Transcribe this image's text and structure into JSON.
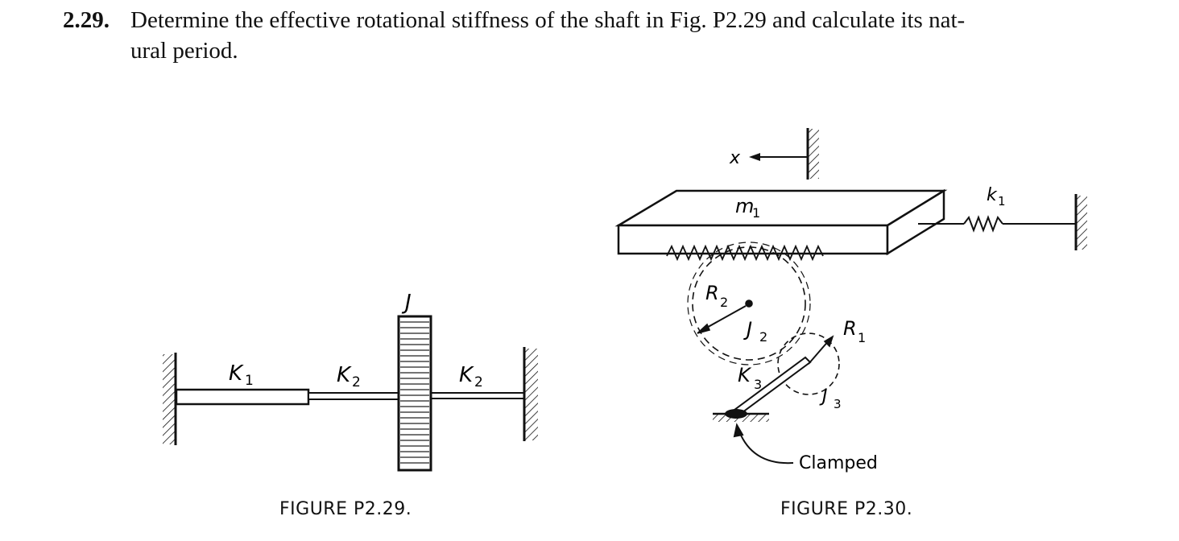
{
  "problem": {
    "number": "2.29.",
    "text_line1": "Determine the effective rotational stiffness of the shaft in Fig. P2.29 and calculate its nat-",
    "text_line2": "ural period."
  },
  "figure_p229": {
    "caption": "FIGURE P2.29.",
    "labels": {
      "disk": "J",
      "k1": "K",
      "k1_sub": "1",
      "k2_left": "K",
      "k2_left_sub": "2",
      "k2_right": "K",
      "k2_right_sub": "2"
    }
  },
  "figure_p230": {
    "caption": "FIGURE P2.30.",
    "labels": {
      "x": "x",
      "mass": "m",
      "mass_sub": "1",
      "spring": "k",
      "spring_sub": "1",
      "r2": "R",
      "r2_sub": "2",
      "j2": "J",
      "j2_sub": "2",
      "r1": "R",
      "r1_sub": "1",
      "k3": "K",
      "k3_sub": "3",
      "j3": "J",
      "j3_sub": "3",
      "clamped": "Clamped"
    }
  }
}
